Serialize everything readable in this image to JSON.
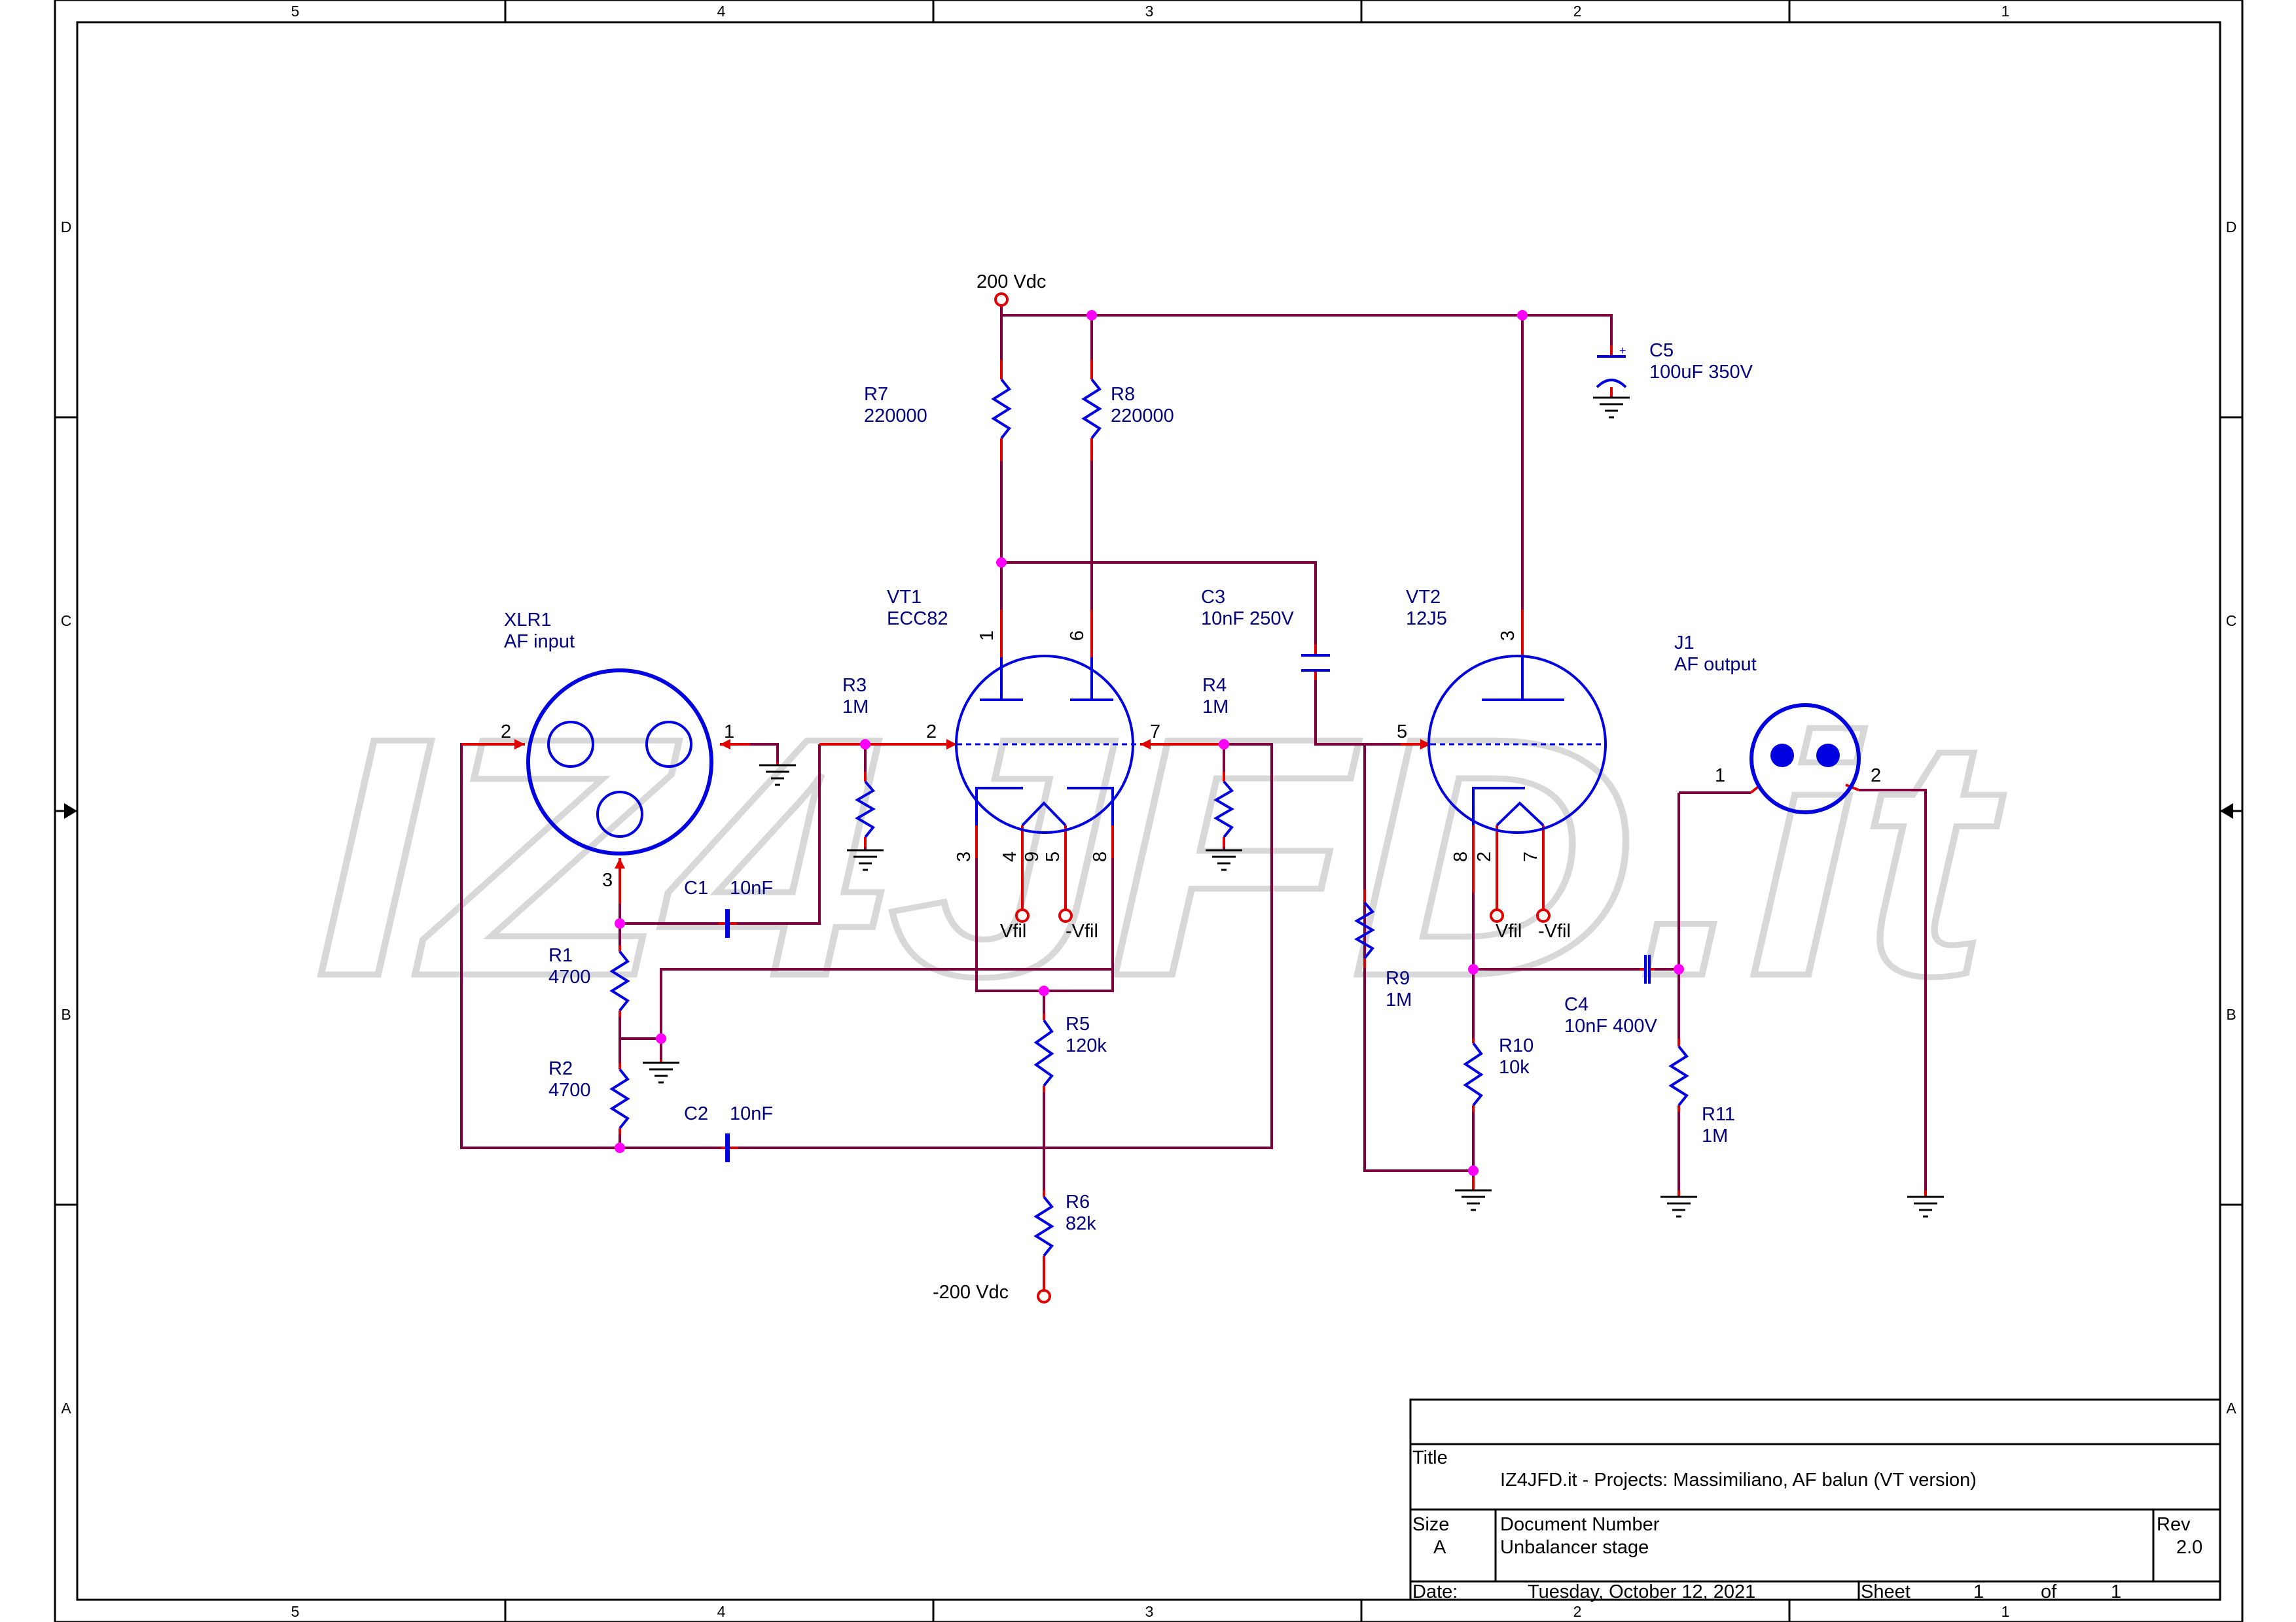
{
  "border": {
    "columns": [
      "5",
      "4",
      "3",
      "2",
      "1"
    ],
    "rows": [
      "D",
      "C",
      "B",
      "A"
    ]
  },
  "watermark": "IZ4JFD.it",
  "components": {
    "xlr1": {
      "ref": "XLR1",
      "value": "AF input",
      "pins": [
        "2",
        "1",
        "3"
      ]
    },
    "vt1": {
      "ref": "VT1",
      "value": "ECC82",
      "pins": [
        "1",
        "6",
        "2",
        "7",
        "3",
        "4",
        "9",
        "5",
        "8"
      ]
    },
    "vt2": {
      "ref": "VT2",
      "value": "12J5",
      "pins": [
        "3",
        "5",
        "8",
        "2",
        "7"
      ]
    },
    "j1": {
      "ref": "J1",
      "value": "AF output",
      "pins": [
        "1",
        "2"
      ]
    },
    "r1": {
      "ref": "R1",
      "value": "4700"
    },
    "r2": {
      "ref": "R2",
      "value": "4700"
    },
    "r3": {
      "ref": "R3",
      "value": "1M"
    },
    "r4": {
      "ref": "R4",
      "value": "1M"
    },
    "r5": {
      "ref": "R5",
      "value": "120k"
    },
    "r6": {
      "ref": "R6",
      "value": "82k"
    },
    "r7": {
      "ref": "R7",
      "value": "220000"
    },
    "r8": {
      "ref": "R8",
      "value": "220000"
    },
    "r9": {
      "ref": "R9",
      "value": "1M"
    },
    "r10": {
      "ref": "R10",
      "value": "10k"
    },
    "r11": {
      "ref": "R11",
      "value": "1M"
    },
    "c1": {
      "ref": "C1",
      "value": "10nF"
    },
    "c2": {
      "ref": "C2",
      "value": "10nF"
    },
    "c3": {
      "ref": "C3",
      "value": "10nF 250V"
    },
    "c4": {
      "ref": "C4",
      "value": "10nF 400V"
    },
    "c5": {
      "ref": "C5",
      "value": "100uF 350V"
    }
  },
  "nets": {
    "supply_pos": "200 Vdc",
    "supply_neg": "-200 Vdc",
    "vfil": "Vfil",
    "neg_vfil": "-Vfil"
  },
  "title_block": {
    "title_label": "Title",
    "title": "IZ4JFD.it - Projects: Massimiliano, AF balun (VT version)",
    "size_label": "Size",
    "size": "A",
    "docnum_label": "Document Number",
    "docnum": "Unbalancer stage",
    "rev_label": "Rev",
    "rev": "2.0",
    "date_label": "Date:",
    "date": "Tuesday, October 12, 2021",
    "sheet_label": "Sheet",
    "sheet": "1",
    "of_label": "of",
    "of": "1"
  },
  "colors": {
    "wire": "#7f003f",
    "pin_stub": "#e00000",
    "part_symbol": "#0000e0",
    "label_text": "#00007f",
    "junction": "#ff00ff",
    "watermark": "#d8d8d8"
  }
}
